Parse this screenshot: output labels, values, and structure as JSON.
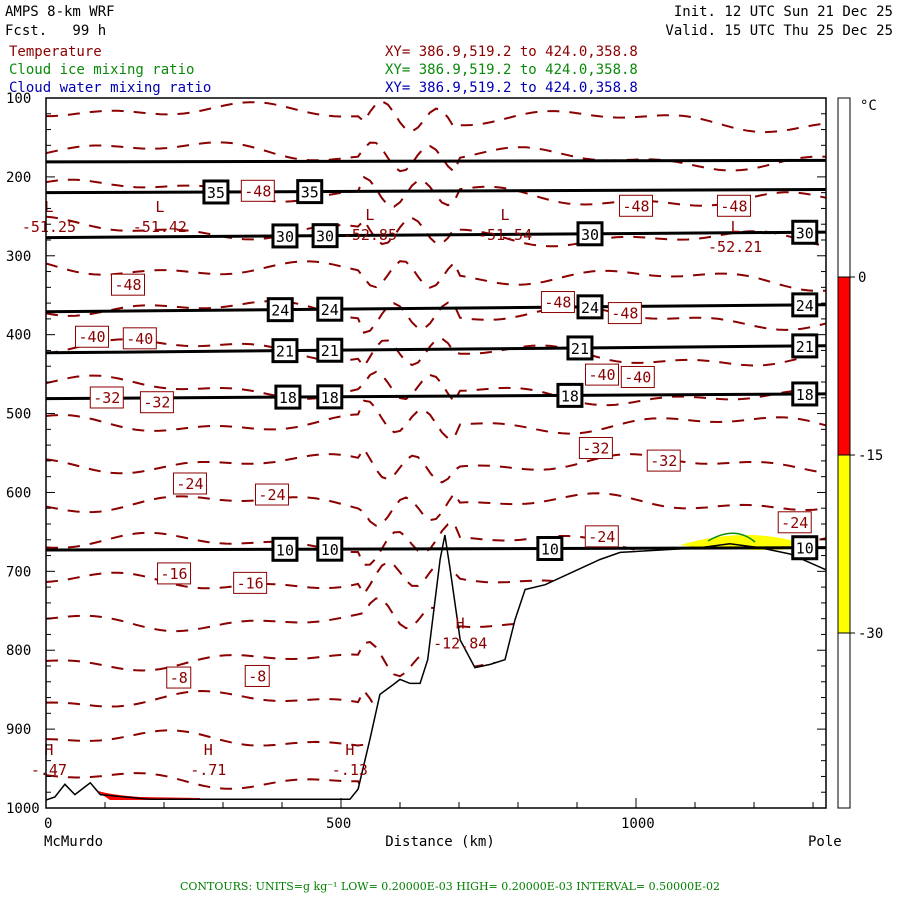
{
  "header": {
    "title": "AMPS 8-km WRF",
    "forecast": "Fcst.   99 h",
    "init": "Init. 12 UTC Sun 21 Dec 25",
    "valid": "Valid. 15 UTC Thu 25 Dec 25"
  },
  "fields": [
    {
      "name": "Temperature",
      "xy": "XY= 386.9,519.2 to 424.0,358.8",
      "color": "#8b0000"
    },
    {
      "name": "Cloud ice mixing ratio",
      "xy": "XY= 386.9,519.2 to 424.0,358.8",
      "color": "#0a8a0a"
    },
    {
      "name": "Cloud water mixing ratio",
      "xy": "XY= 386.9,519.2 to 424.0,358.8",
      "color": "#0000b0"
    }
  ],
  "footer": "CONTOURS:  UNITS=g kg⁻¹  LOW= 0.20000E-03  HIGH= 0.20000E-03  INTERVAL=  0.50000E-02",
  "chart_data": {
    "type": "cross-section",
    "xlabel": "Distance (km)",
    "x_start_label": "McMurdo",
    "x_end_label": "Pole",
    "xlim": [
      0,
      1322
    ],
    "xticks": [
      0,
      500,
      1000
    ],
    "ylim": [
      100,
      1000
    ],
    "yticks": [
      100,
      200,
      300,
      400,
      500,
      600,
      700,
      800,
      900,
      1000
    ],
    "colorbar": {
      "unit": "°C",
      "ticks": [
        "0",
        "-15",
        "-30"
      ],
      "bands": [
        {
          "from": 0,
          "to": -15,
          "color": "#ff0000"
        },
        {
          "from": -15,
          "to": -30,
          "color": "#ffff00"
        }
      ]
    },
    "height_contours": [
      {
        "label": "",
        "p_left": 181,
        "p_right": 179,
        "label_km": []
      },
      {
        "label": "35",
        "p_left": 220,
        "p_right": 216,
        "label_km": [
          288,
          447
        ]
      },
      {
        "label": "30",
        "p_left": 277,
        "p_right": 270,
        "label_km": [
          405,
          473,
          922,
          1286
        ]
      },
      {
        "label": "24",
        "p_left": 371,
        "p_right": 362,
        "label_km": [
          397,
          481,
          922,
          1286
        ]
      },
      {
        "label": "21",
        "p_left": 423,
        "p_right": 414,
        "label_km": [
          405,
          481,
          905,
          1286
        ]
      },
      {
        "label": "18",
        "p_left": 481,
        "p_right": 475,
        "label_km": [
          410,
          481,
          888,
          1286
        ]
      },
      {
        "label": "10",
        "p_left": 673,
        "p_right": 670,
        "label_km": [
          405,
          481,
          854,
          1286
        ]
      }
    ],
    "isotherm_labels": [
      {
        "t": "-48",
        "km": 359,
        "p": 217
      },
      {
        "t": "-48",
        "km": 1000,
        "p": 236
      },
      {
        "t": "-48",
        "km": 1166,
        "p": 236
      },
      {
        "t": "-48",
        "km": 139,
        "p": 336
      },
      {
        "t": "-48",
        "km": 888,
        "p": 358
      },
      {
        "t": "-48",
        "km": 976,
        "p": 372
      },
      {
        "t": "-40",
        "km": 78,
        "p": 402
      },
      {
        "t": "-40",
        "km": 159,
        "p": 404
      },
      {
        "t": "-40",
        "km": 922,
        "p": 450
      },
      {
        "t": "-40",
        "km": 1003,
        "p": 453
      },
      {
        "t": "-32",
        "km": 103,
        "p": 479
      },
      {
        "t": "-32",
        "km": 188,
        "p": 485
      },
      {
        "t": "-32",
        "km": 932,
        "p": 543
      },
      {
        "t": "-32",
        "km": 1047,
        "p": 559
      },
      {
        "t": "-24",
        "km": 244,
        "p": 588
      },
      {
        "t": "-24",
        "km": 383,
        "p": 602
      },
      {
        "t": "-24",
        "km": 942,
        "p": 655
      },
      {
        "t": "-24",
        "km": 1269,
        "p": 660
      },
      {
        "t": "-16",
        "km": 217,
        "p": 702
      },
      {
        "t": "-16",
        "km": 346,
        "p": 714
      },
      {
        "t": "-8",
        "km": 225,
        "p": 834
      },
      {
        "t": "-8",
        "km": 358,
        "p": 832
      }
    ],
    "extrema": [
      {
        "type": "L",
        "value": "-51.25",
        "km": 5,
        "p": 270
      },
      {
        "type": "L",
        "value": "-51.42",
        "km": 193,
        "p": 270
      },
      {
        "type": "L",
        "value": "-52.85",
        "km": 549,
        "p": 280
      },
      {
        "type": "L",
        "value": "-51.54",
        "km": 778,
        "p": 280
      },
      {
        "type": "L",
        "value": "-52.21",
        "km": 1168,
        "p": 295
      },
      {
        "type": "H",
        "value": "-12.84",
        "km": 702,
        "p": 798
      },
      {
        "type": "H",
        "value": "-.47",
        "km": 5,
        "p": 958
      },
      {
        "type": "H",
        "value": "-.71",
        "km": 275,
        "p": 958
      },
      {
        "type": "H",
        "value": "-.13",
        "km": 515,
        "p": 958
      }
    ],
    "terrain": [
      [
        0,
        990
      ],
      [
        15,
        986
      ],
      [
        32,
        970
      ],
      [
        49,
        983
      ],
      [
        75,
        968
      ],
      [
        92,
        983
      ],
      [
        176,
        989
      ],
      [
        515,
        989
      ],
      [
        529,
        976
      ],
      [
        549,
        913
      ],
      [
        566,
        856
      ],
      [
        588,
        844
      ],
      [
        600,
        837
      ],
      [
        617,
        842
      ],
      [
        634,
        842
      ],
      [
        647,
        812
      ],
      [
        668,
        685
      ],
      [
        676,
        654
      ],
      [
        685,
        698
      ],
      [
        702,
        787
      ],
      [
        727,
        822
      ],
      [
        753,
        818
      ],
      [
        778,
        812
      ],
      [
        795,
        761
      ],
      [
        812,
        723
      ],
      [
        846,
        717
      ],
      [
        939,
        685
      ],
      [
        973,
        676
      ],
      [
        1108,
        670
      ],
      [
        1159,
        665
      ],
      [
        1210,
        670
      ],
      [
        1261,
        678
      ],
      [
        1322,
        698
      ]
    ]
  }
}
